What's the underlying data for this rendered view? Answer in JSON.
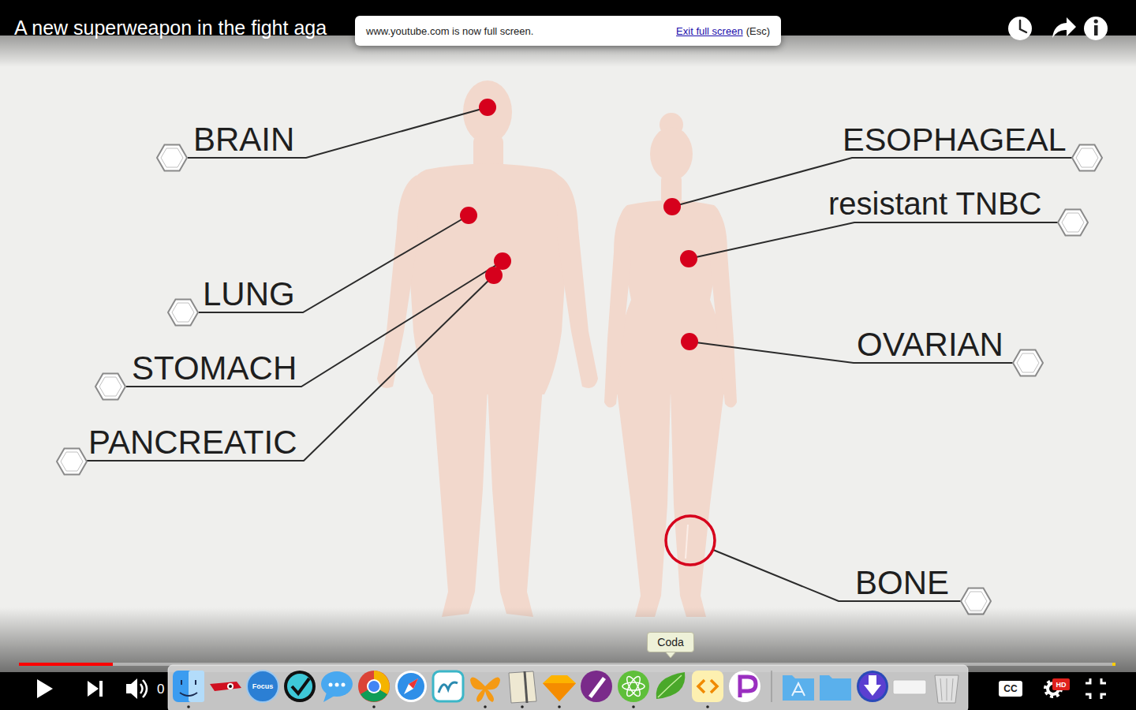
{
  "diagram": {
    "title": "A new superweapon in the fight aga",
    "nodes": [
      {
        "text": [
          "www.youtube.com is now full screen.",
          "Exit full screen",
          "(Esc)"
        ]
      },
      {
        "text": [
          "Coda"
        ]
      }
    ],
    "labels": [
      "BRAIN",
      "ESOPHAGEAL",
      "resistant TNBC",
      "LUNG",
      "STOMACH",
      "OVARIAN",
      "PANCREATIC",
      "BONE",
      "0",
      "Focus",
      "CC",
      "HD"
    ]
  }
}
